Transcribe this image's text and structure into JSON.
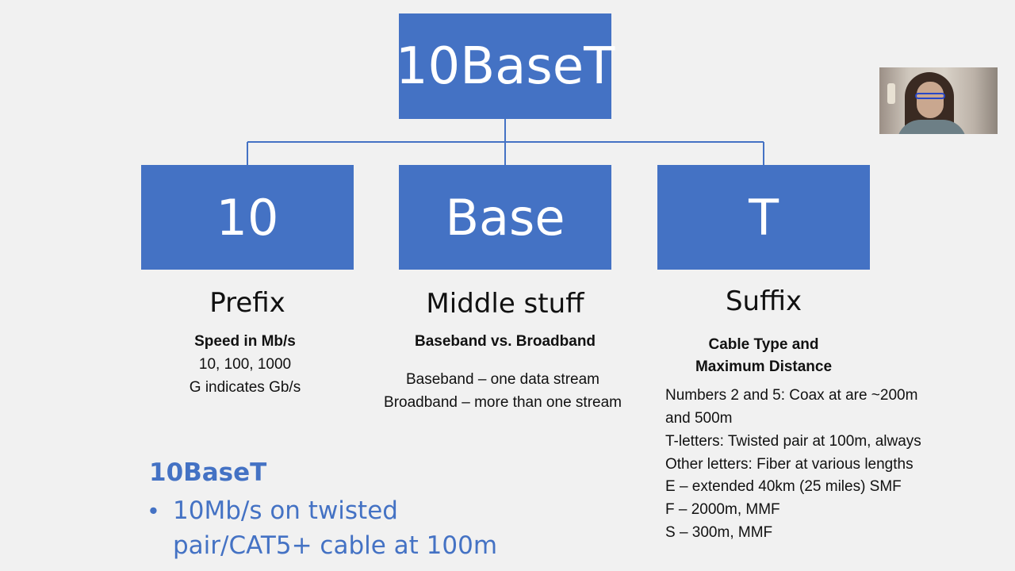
{
  "diagram": {
    "title": "10BaseT",
    "parts": [
      {
        "box_label": "10",
        "heading": "Prefix",
        "subtitle": "Speed in Mb/s",
        "lines": [
          "10, 100, 1000",
          "G indicates Gb/s"
        ]
      },
      {
        "box_label": "Base",
        "heading": "Middle stuff",
        "subtitle": "Baseband vs. Broadband",
        "lines": [
          "Baseband – one data stream",
          "Broadband – more than one stream"
        ]
      },
      {
        "box_label": "T",
        "heading": "Suffix",
        "subtitle_lines": [
          "Cable Type and",
          "Maximum Distance"
        ],
        "lines": [
          "Numbers 2 and 5: Coax at are ~200m",
          "and 500m",
          "T-letters: Twisted pair at 100m, always",
          "Other letters: Fiber at various lengths",
          "E – extended  40km (25 miles) SMF",
          "F – 2000m, MMF",
          "S – 300m, MMF"
        ]
      }
    ]
  },
  "summary": {
    "title": "10BaseT",
    "bullet": "•",
    "text": "10Mb/s on twisted pair/CAT5+ cable at 100m"
  },
  "colors": {
    "box_fill": "#4472c4",
    "connector": "#4472c4",
    "background": "#f1f1f1",
    "summary_text": "#4472c4"
  },
  "webcam": {
    "icon": "webcam-video-feed"
  }
}
